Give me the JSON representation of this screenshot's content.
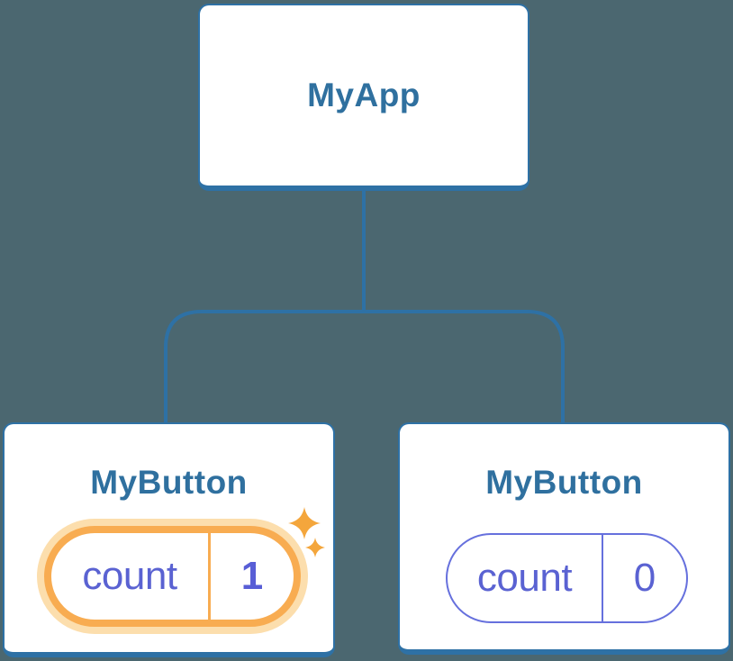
{
  "colors": {
    "background": "#4B6770",
    "card_bg": "#FFFFFF",
    "card_border": "#2E71A5",
    "title_text": "#2F709F",
    "connector": "#2E71A5",
    "state_text": "#5A62D2",
    "state_value_text": "#585ED6",
    "state_border": "#6670DD",
    "highlight": "#F8AC51",
    "highlight_glow": "#FCDEAD",
    "sparkle": "#F4A63C"
  },
  "tree": {
    "root": {
      "label": "MyApp"
    },
    "children": [
      {
        "label": "MyButton",
        "state": {
          "key": "count",
          "value": "1"
        },
        "highlighted": true,
        "icons": [
          "sparkle-icon",
          "sparkle-icon"
        ]
      },
      {
        "label": "MyButton",
        "state": {
          "key": "count",
          "value": "0"
        },
        "highlighted": false
      }
    ]
  }
}
